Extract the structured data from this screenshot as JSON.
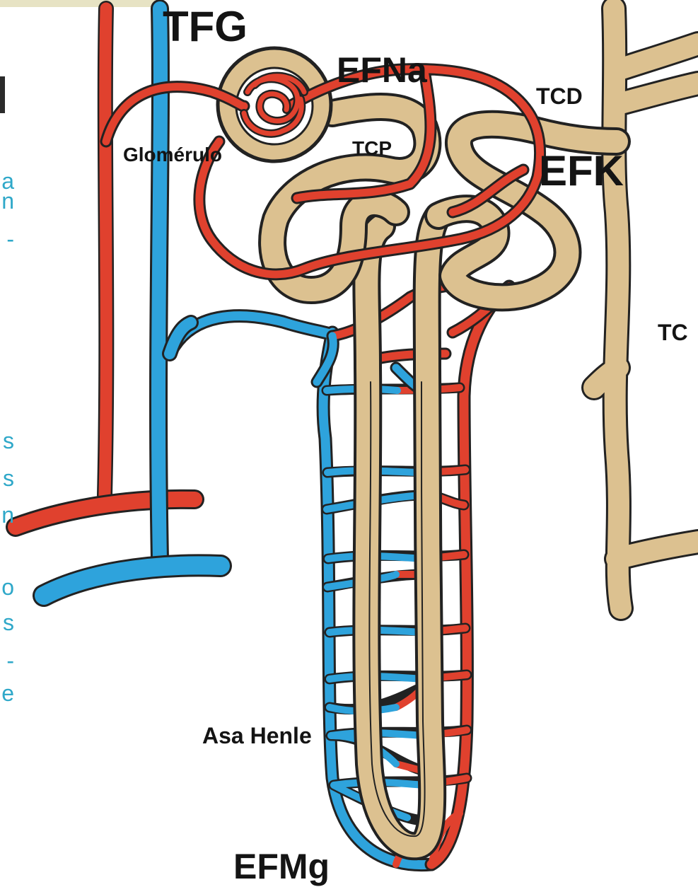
{
  "labels": {
    "tfg": "TFG",
    "efna": "EFNa",
    "tcd": "TCD",
    "glomerulo": "Glomérulo",
    "tcp": "TCP",
    "efk": "EFK",
    "tc": "TC",
    "asa_henle": "Asa Henle",
    "efmg": "EFMg"
  },
  "cropped_text_left": [
    "a",
    "n",
    "-",
    "s",
    "s",
    "n",
    "o",
    "s",
    "-",
    "e"
  ],
  "colors": {
    "artery": "#e0412e",
    "vein": "#2ea3dc",
    "tubule": "#dcc190",
    "outline": "#222222",
    "cropped_text": "#2fa8c9"
  }
}
